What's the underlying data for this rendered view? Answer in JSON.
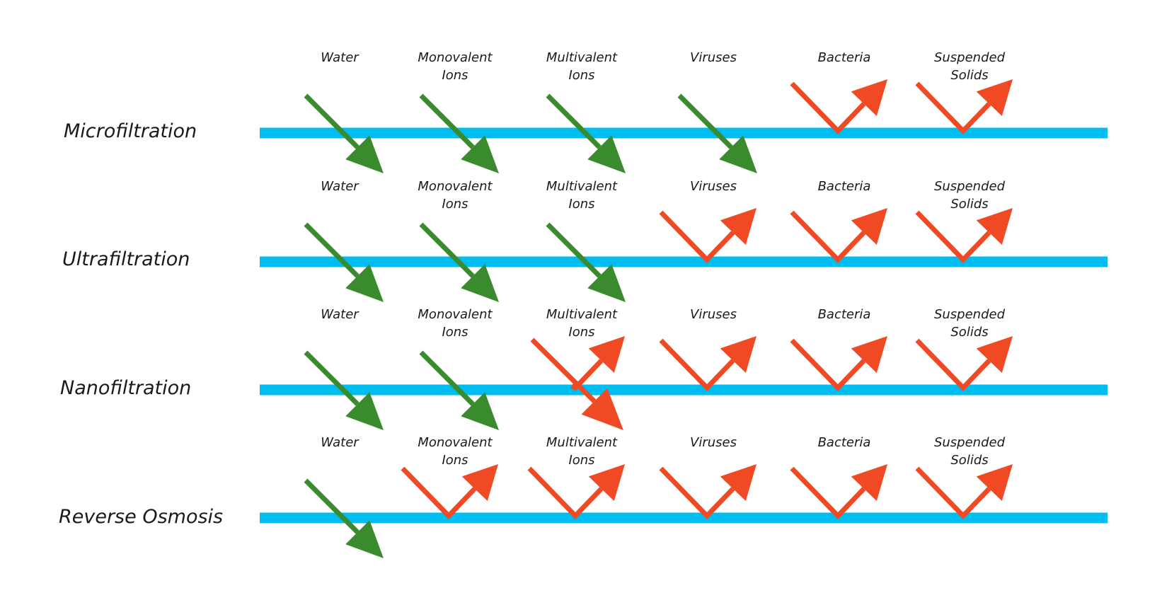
{
  "processes": [
    {
      "name": "Microfiltration",
      "results": [
        "pass",
        "pass",
        "pass",
        "pass",
        "reject",
        "reject"
      ]
    },
    {
      "name": "Ultrafiltration",
      "results": [
        "pass",
        "pass",
        "pass",
        "reject",
        "reject",
        "reject"
      ]
    },
    {
      "name": "Nanofiltration",
      "results": [
        "pass",
        "pass",
        "partial",
        "reject",
        "reject",
        "reject"
      ]
    },
    {
      "name": "Reverse Osmosis",
      "results": [
        "pass",
        "reject",
        "reject",
        "reject",
        "reject",
        "reject"
      ]
    }
  ],
  "contaminants": [
    {
      "lines": [
        "Water"
      ]
    },
    {
      "lines": [
        "Monovalent",
        "Ions"
      ]
    },
    {
      "lines": [
        "Multivalent",
        "Ions"
      ]
    },
    {
      "lines": [
        "Viruses"
      ]
    },
    {
      "lines": [
        "Bacteria"
      ]
    },
    {
      "lines": [
        "Suspended",
        "Solids"
      ]
    }
  ],
  "colors": {
    "membrane": "#00bdf0",
    "pass": "#3a8a2e",
    "reject": "#f04a24",
    "text": "#1a1a1a"
  },
  "icons": {
    "pass": "diagonal-arrow-down-icon",
    "reject": "bounce-arrow-up-icon"
  }
}
